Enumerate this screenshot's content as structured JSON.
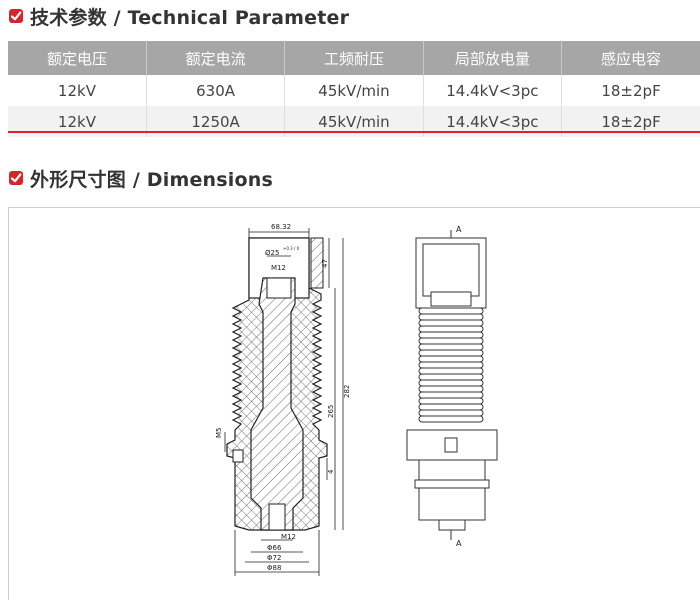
{
  "section1": {
    "title": "技术参数 / Technical Parameter",
    "icon": "check-icon"
  },
  "table": {
    "headers": [
      "额定电压",
      "额定电流",
      "工频耐压",
      "局部放电量",
      "感应电容"
    ],
    "rows": [
      [
        "12kV",
        "630A",
        "45kV/min",
        "14.4kV<3pc",
        "18±2pF"
      ],
      [
        "12kV",
        "1250A",
        "45kV/min",
        "14.4kV<3pc",
        "18±2pF"
      ]
    ]
  },
  "section2": {
    "title": "外形尺寸图 / Dimensions",
    "icon": "check-icon"
  },
  "drawing": {
    "dims": {
      "top_width": "68.32",
      "bore": "Ø25",
      "bore_tol": "+0.3 / 0",
      "thread_top": "M12",
      "top_height": "47",
      "total_height": "282",
      "inner_height": "265",
      "m5": "M5",
      "small_4": "4",
      "thread_bottom": "M12",
      "d66": "Φ66",
      "d72": "Φ72",
      "d88": "Φ88"
    },
    "section_marker": "A"
  },
  "colors": {
    "accent": "#d7242a",
    "header_bg": "#a6a6a6"
  }
}
